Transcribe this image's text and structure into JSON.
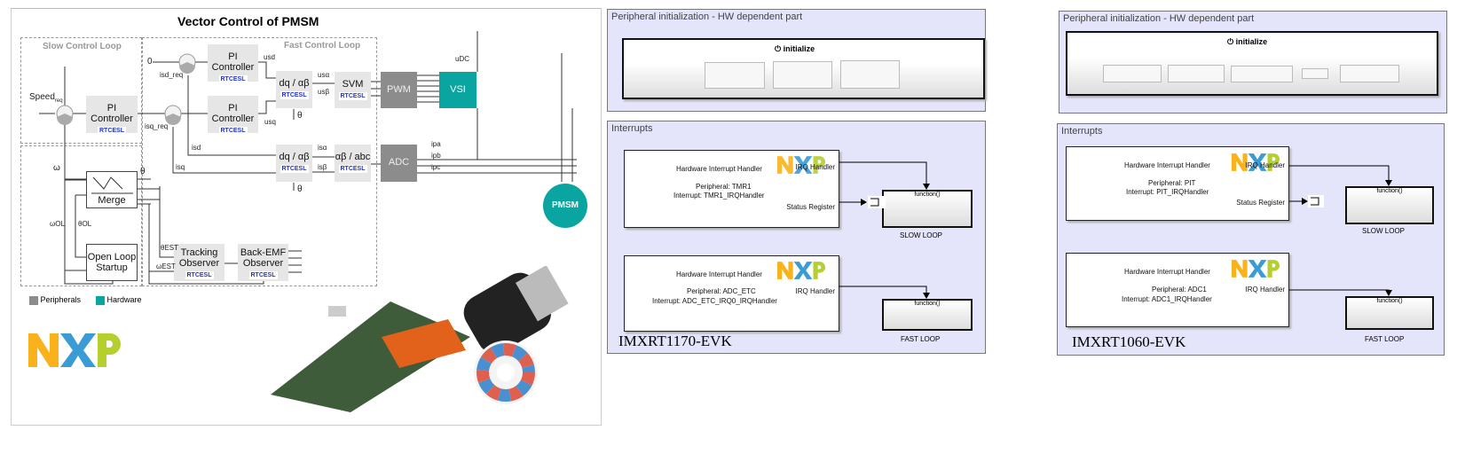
{
  "left": {
    "title": "Vector Control of PMSM",
    "slow_loop": "Slow Control Loop",
    "fast_loop": "Fast Control Loop",
    "rtcesl": "RTCESL",
    "blocks": {
      "pi": "PI Controller",
      "dqab": "dq / αβ",
      "svm": "SVM",
      "pwm": "PWM",
      "vsi": "VSI",
      "adc": "ADC",
      "ababc": "αβ / abc",
      "merge": "Merge",
      "open_loop": "Open Loop Startup",
      "tracking": "Tracking Observer",
      "bemf": "Back-EMF Observer",
      "pmsm": "PMSM"
    },
    "signals": {
      "speed": "Speed",
      "speed_sub": "req",
      "zero": "0",
      "isd_req": "isd_req",
      "isq_req": "isq_req",
      "usd": "usd",
      "usq": "usq",
      "usa": "usα",
      "usb": "usβ",
      "isd": "isd",
      "isq": "isq",
      "isa": "isα",
      "isb": "isβ",
      "theta": "θ",
      "omega": "ω",
      "omega_ol": "ωOL",
      "theta_ol": "θOL",
      "theta_est": "θEST",
      "omega_est": "ωEST",
      "udc": "uDC",
      "ipa": "ipa",
      "ipb": "ipb",
      "ipc": "ipc"
    },
    "legend": [
      {
        "label": "Peripherals",
        "color": "#8c8c8c"
      },
      {
        "label": "Hardware",
        "color": "#0aa5a0"
      }
    ],
    "logo": "NXP"
  },
  "colors": {
    "peripheral": "#8c8c8c",
    "hardware": "#0aa5a0",
    "pane": "#e4e4fb",
    "nxp_orange": "#f9b21b",
    "nxp_blue": "#3a9bd5",
    "nxp_green": "#b5cf2e"
  },
  "boards": [
    {
      "init_title": "Peripheral initialization - HW dependent part",
      "init_label": "initialize",
      "interrupts_title": "Interrupts",
      "slow": {
        "hw": "Hardware Interrupt Handler",
        "irq": "IRQ Handler",
        "peripheral": "Peripheral: TMR1",
        "interrupt": "Interrupt: TMR1_IRQHandler",
        "status": "Status Register",
        "func": "function()",
        "caption": "SLOW LOOP"
      },
      "fast": {
        "hw": "Hardware Interrupt Handler",
        "irq": "IRQ Handler",
        "peripheral": "Peripheral: ADC_ETC",
        "interrupt": "Interrupt: ADC_ETC_IRQ0_IRQHandler",
        "func": "function()",
        "caption": "FAST LOOP"
      },
      "name": "IMXRT1170-EVK"
    },
    {
      "init_title": "Peripheral initialization - HW dependent part",
      "init_label": "initialize",
      "interrupts_title": "Interrupts",
      "slow": {
        "hw": "Hardware Interrupt Handler",
        "irq": "IRQ Handler",
        "peripheral": "Peripheral: PIT",
        "interrupt": "Interrupt: PIT_IRQHandler",
        "status": "Status Register",
        "func": "function()",
        "caption": "SLOW LOOP"
      },
      "fast": {
        "hw": "Hardware Interrupt Handler",
        "irq": "IRQ Handler",
        "peripheral": "Peripheral: ADC1",
        "interrupt": "Interrupt: ADC1_IRQHandler",
        "func": "function()",
        "caption": "FAST LOOP"
      },
      "name": "IMXRT1060-EVK"
    }
  ]
}
